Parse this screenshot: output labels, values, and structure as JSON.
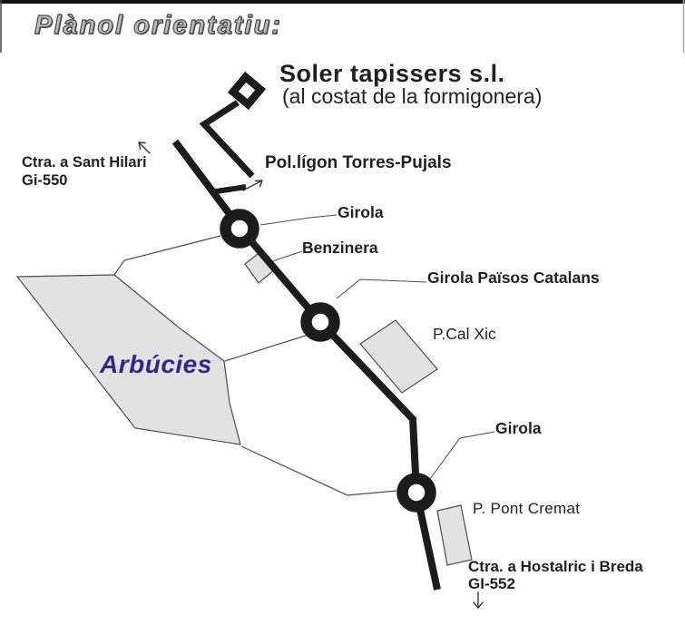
{
  "title": "Plànol orientatiu:",
  "destination": {
    "name": "Soler tapissers s.l.",
    "note": "(al costat de la formigonera)"
  },
  "labels": {
    "road_north": {
      "line1": "Ctra. a Sant Hilari",
      "line2": "Gi-550"
    },
    "industrial_park": "Pol.lígon Torres-Pujals",
    "roundabout_1": "Girola",
    "gas_station": "Benzinera",
    "roundabout_2": "Girola Països Catalans",
    "landmark_cal_xic": "P.Cal Xic",
    "town": "Arbúcies",
    "roundabout_3": "Girola",
    "landmark_pont_cremat": "P. Pont Cremat",
    "road_south": {
      "line1": "Ctra. a Hostalric i Breda",
      "line2": "GI-552"
    }
  },
  "colors": {
    "ink": "#1c1c1c",
    "outline": "#4d4d4d",
    "area": "#e2e2e2",
    "town-text": "#35268c",
    "title-fill": "#bcbcbc",
    "title-stroke": "#4a4a4a",
    "text": "#231f20"
  }
}
